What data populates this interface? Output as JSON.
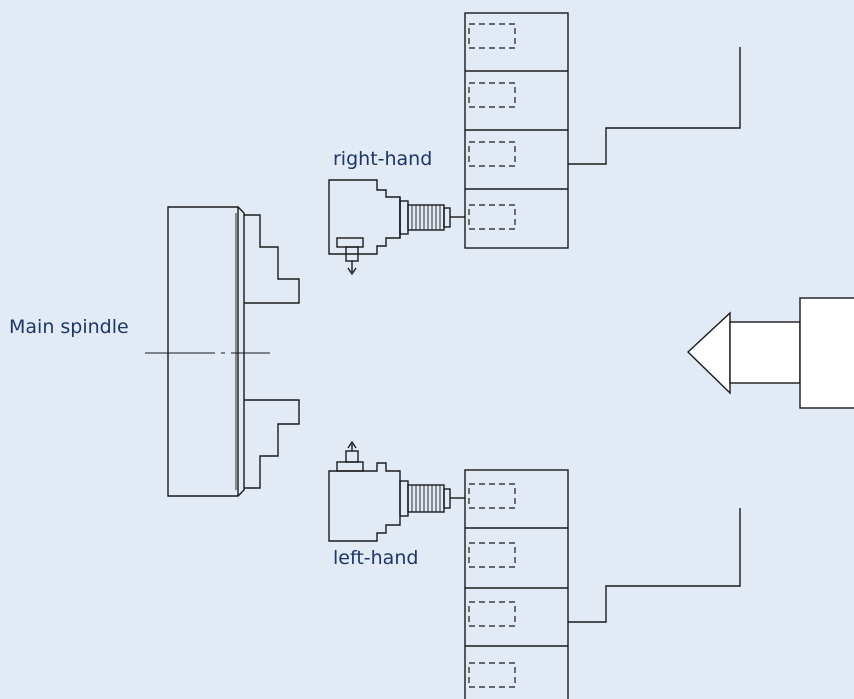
{
  "labels": {
    "main_spindle": "Main spindle",
    "right_hand": "right-hand",
    "left_hand": "left-hand"
  },
  "colors": {
    "background": "#e2eaf6",
    "label_text": "#1c3764",
    "line": "#1a1a1a",
    "part_fill": "#ffffff"
  }
}
